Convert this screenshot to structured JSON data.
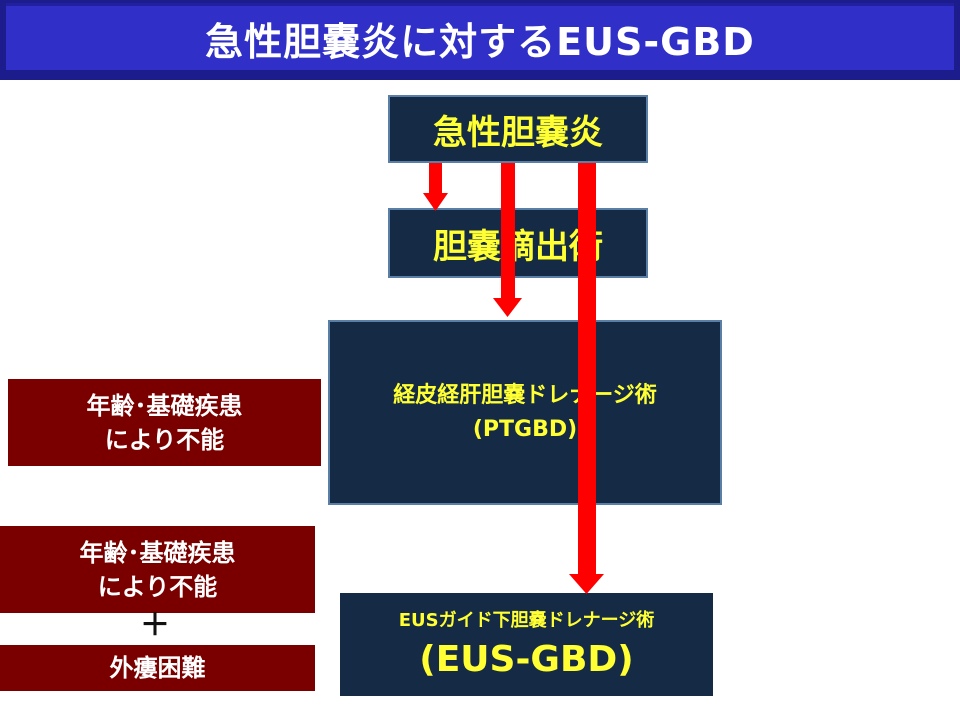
{
  "slide": {
    "title": "急性胆嚢炎に対するEUS-GBD"
  },
  "flow": {
    "acute_cholecystitis": "急性胆嚢炎",
    "cholecystectomy": "胆嚢摘出術",
    "ptgbd": {
      "line1": "経皮経肝胆嚢ドレナージ術",
      "line2": "(PTGBD)"
    },
    "eusgbd": {
      "line1": "EUSガイド下胆嚢ドレナージ術",
      "line2": "(EUS-GBD)"
    }
  },
  "conditions": {
    "box1": {
      "line1": "年齢･基礎疾患",
      "line2": "により不能"
    },
    "box2": {
      "line1": "年齢･基礎疾患",
      "line2": "により不能"
    },
    "plus": "＋",
    "box3": "外瘻困難"
  },
  "colors": {
    "title_bg": "#3030c8",
    "node_bg": "#142a45",
    "node_text": "#ffff33",
    "condition_bg": "#7a0000",
    "arrow": "#ff0000"
  }
}
